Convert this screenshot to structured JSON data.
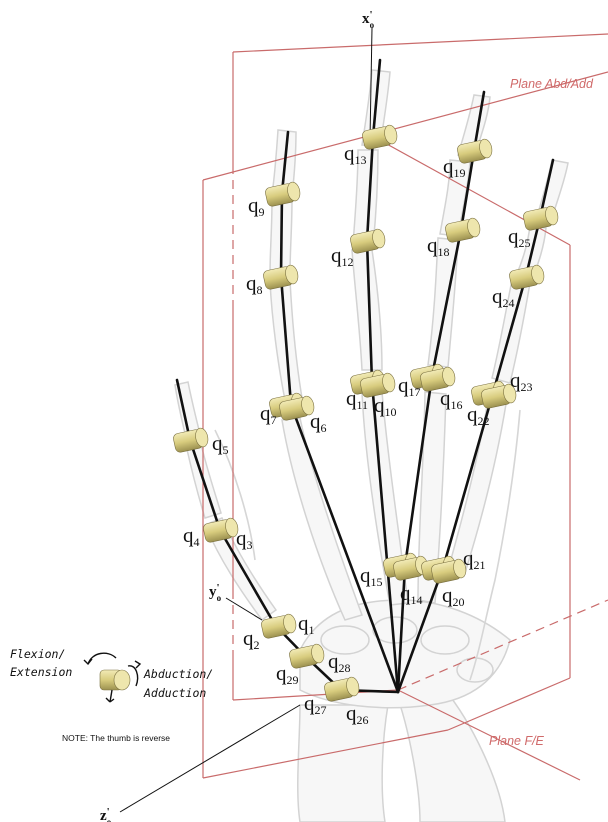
{
  "planes": {
    "abd_add": "Plane Abd/Add",
    "fe": "Plane F/E"
  },
  "axes": {
    "x": "x'o",
    "y": "y'o",
    "z": "z'o"
  },
  "joints": {
    "q1": "q1",
    "q2": "q2",
    "q3": "q3",
    "q4": "q4",
    "q5": "q5",
    "q6": "q6",
    "q7": "q7",
    "q8": "q8",
    "q9": "q9",
    "q10": "q10",
    "q11": "q11",
    "q12": "q12",
    "q13": "q13",
    "q14": "q14",
    "q15": "q15",
    "q16": "q16",
    "q17": "q17",
    "q18": "q18",
    "q19": "q19",
    "q20": "q20",
    "q21": "q21",
    "q22": "q22",
    "q23": "q23",
    "q24": "q24",
    "q25": "q25",
    "q26": "q26",
    "q27": "q27",
    "q28": "q28",
    "q29": "q29"
  },
  "legend": {
    "flexion": "Flexion/",
    "extension": "Extension",
    "abduction": "Abduction/",
    "adduction": "Adduction"
  },
  "note": "NOTE: The thumb is reverse",
  "colors": {
    "plane": "#c96b6b",
    "joint_body": "#d9d08a",
    "joint_face": "#eee6ad",
    "link": "#111111"
  }
}
